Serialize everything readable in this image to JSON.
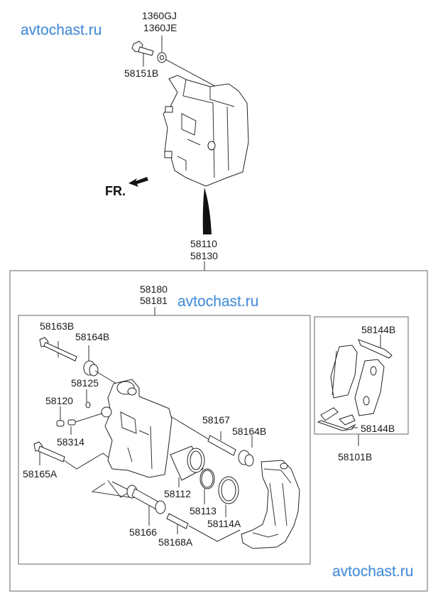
{
  "watermarks": [
    "avtochast.ru",
    "avtochast.ru",
    "avtochast.ru"
  ],
  "direction_label": "FR.",
  "top_assembly": {
    "labels": {
      "washer_a": "1360GJ",
      "washer_b": "1360JE",
      "bolt": "58151B",
      "caliper_a": "58110",
      "caliper_b": "58130"
    }
  },
  "caliper_kit": {
    "header_a": "58180",
    "header_b": "58181",
    "labels": {
      "guide_bolt_upper": "58163B",
      "boot_upper": "58164B",
      "clip": "58125",
      "bleeder_cap": "58120",
      "bleeder_screw": "58314",
      "guide_bolt_lower": "58165A",
      "guide_pin": "58167",
      "boot_right": "58164B",
      "piston": "58112",
      "piston_seal": "58113",
      "piston_boot": "58114A",
      "guide_rod": "58166",
      "sleeve": "58168A"
    }
  },
  "pad_kit": {
    "label_top": "58144B",
    "label_bottom": "58144B",
    "kit_number": "58101B"
  }
}
